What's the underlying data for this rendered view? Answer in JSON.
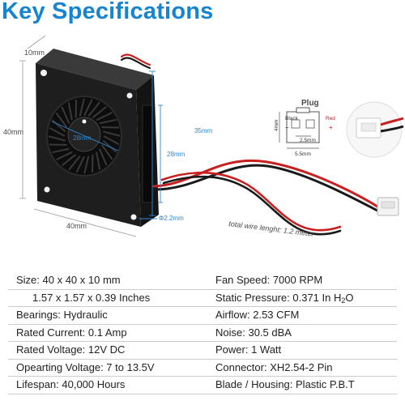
{
  "heading": "Key Specifications",
  "diagram": {
    "dims": {
      "depth": "10mm",
      "height": "40mm",
      "width": "40mm",
      "hole_spacing": "35mm",
      "inner_height": "28mm",
      "rotor_diameter": "28mm",
      "hole_diameter": "Φ2.2mm"
    },
    "wire_label": "total wire lenght: 1.2 meter",
    "plug": {
      "title": "Plug",
      "black_label": "Black",
      "red_label": "Red",
      "pitch": "2.5mm",
      "height": "4mm",
      "width": "5.5mm"
    },
    "colors": {
      "dimension_blue": "#2a8ad6",
      "fan_body": "#1c1c1c",
      "wire_red": "#c8201e",
      "wire_black": "#1a1a1a"
    }
  },
  "specs": {
    "left": [
      {
        "text": "Size: 40 x 40 x 10 mm"
      },
      {
        "text": "1.57 x 1.57 x 0.39 Inches"
      },
      {
        "text": "Bearings: Hydraulic"
      },
      {
        "text": "Rated Current: 0.1 Amp"
      },
      {
        "text": "Rated Voltage: 12V DC"
      },
      {
        "text": "Opearting Voltage: 7 to 13.5V"
      },
      {
        "text": "Lifespan: 40,000 Hours"
      }
    ],
    "right": [
      {
        "text": "Fan Speed: 7000 RPM"
      },
      {
        "text": "Static Pressure: 0.371 In H",
        "sub": "2",
        "tail": "O"
      },
      {
        "text": "Airflow: 2.53 CFM"
      },
      {
        "text": "Noise: 30.5 dBA"
      },
      {
        "text": "Power: 1 Watt"
      },
      {
        "text": "Connector: XH2.54-2 Pin"
      },
      {
        "text": "Blade / Housing: Plastic P.B.T"
      }
    ]
  }
}
